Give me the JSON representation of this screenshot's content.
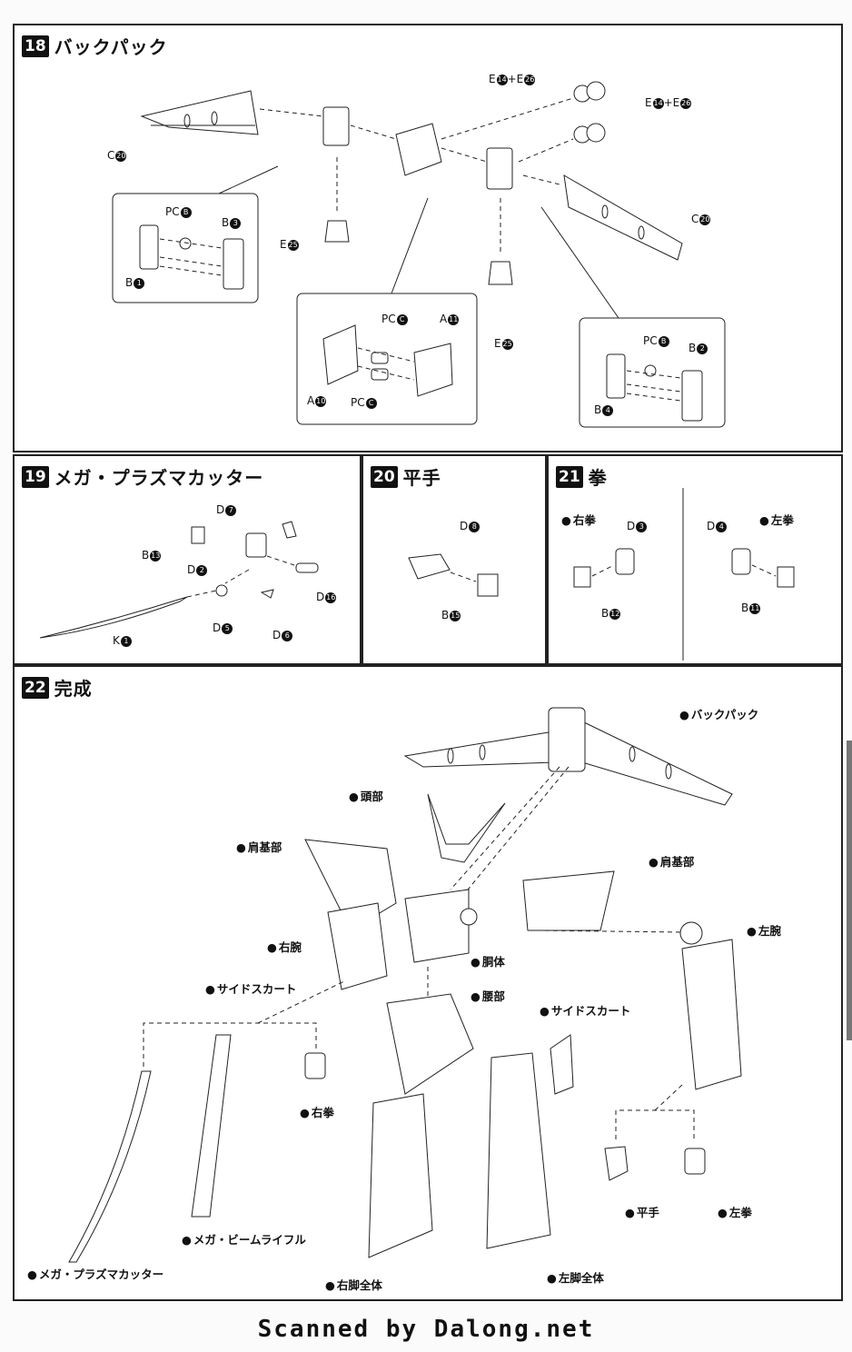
{
  "steps": {
    "s18": {
      "number": "18",
      "title": "バックパック",
      "labels": {
        "c20_left": {
          "t": "C",
          "n": "20"
        },
        "c20_right": {
          "t": "C",
          "n": "20"
        },
        "e14_26_a": {
          "t": "E",
          "n": "14",
          "t2": "+E",
          "n2": "26"
        },
        "e14_26_b": {
          "t": "E",
          "n": "14",
          "t2": "+E",
          "n2": "26"
        },
        "e25_left": {
          "t": "E",
          "n": "25"
        },
        "e25_right": {
          "t": "E",
          "n": "25"
        },
        "pcB_l": {
          "t": "PC",
          "n": "B"
        },
        "b3": {
          "t": "B",
          "n": "3"
        },
        "b1": {
          "t": "B",
          "n": "1"
        },
        "pcC_t": {
          "t": "PC",
          "n": "C"
        },
        "a11": {
          "t": "A",
          "n": "11"
        },
        "a10": {
          "t": "A",
          "n": "10"
        },
        "pcC_b": {
          "t": "PC",
          "n": "C"
        },
        "pcB_r": {
          "t": "PC",
          "n": "B"
        },
        "b2": {
          "t": "B",
          "n": "2"
        },
        "b4": {
          "t": "B",
          "n": "4"
        }
      }
    },
    "s19": {
      "number": "19",
      "title": "メガ・プラズマカッター",
      "labels": {
        "d7": {
          "t": "D",
          "n": "7"
        },
        "b13": {
          "t": "B",
          "n": "13"
        },
        "d2": {
          "t": "D",
          "n": "2"
        },
        "d16": {
          "t": "D",
          "n": "16"
        },
        "d5": {
          "t": "D",
          "n": "5"
        },
        "d6": {
          "t": "D",
          "n": "6"
        },
        "k1": {
          "t": "K",
          "n": "1"
        }
      }
    },
    "s20": {
      "number": "20",
      "title": "平手",
      "labels": {
        "d8": {
          "t": "D",
          "n": "8"
        },
        "b15": {
          "t": "B",
          "n": "15"
        }
      }
    },
    "s21": {
      "number": "21",
      "title": "拳",
      "right_fist": "右拳",
      "left_fist": "左拳",
      "labels": {
        "d3": {
          "t": "D",
          "n": "3"
        },
        "b12": {
          "t": "B",
          "n": "12"
        },
        "d4": {
          "t": "D",
          "n": "4"
        },
        "b11": {
          "t": "B",
          "n": "11"
        }
      }
    },
    "s22": {
      "number": "22",
      "title": "完成",
      "parts": {
        "backpack": "バックパック",
        "head": "頭部",
        "shoulder_r": "肩基部",
        "shoulder_l": "肩基部",
        "arm_r": "右腕",
        "arm_l": "左腕",
        "torso": "胴体",
        "side_skirt_l": "サイドスカート",
        "waist": "腰部",
        "side_skirt_r": "サイドスカート",
        "fist_r": "右拳",
        "beam_rifle": "メガ・ビームライフル",
        "plasma_cutter": "メガ・プラズマカッター",
        "leg_r": "右脚全体",
        "leg_l": "左脚全体",
        "open_hand": "平手",
        "fist_l": "左拳"
      }
    }
  },
  "footer": "Scanned by Dalong.net"
}
